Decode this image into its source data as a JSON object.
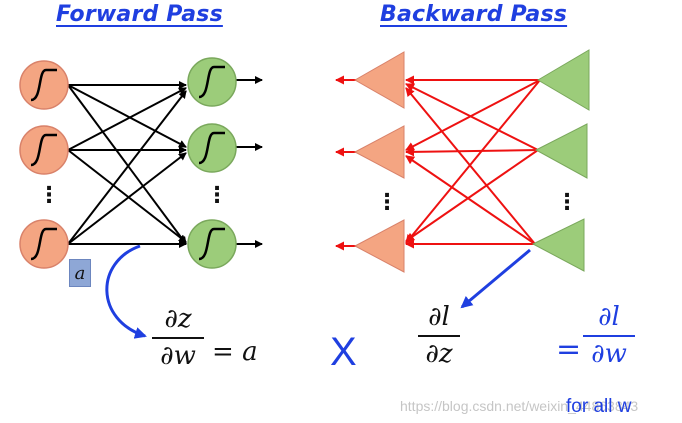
{
  "titles": {
    "forward": "Forward Pass",
    "backward": "Backward Pass"
  },
  "activation_label": "a",
  "ellipsis": "⋮",
  "forward_equation": {
    "numerator": "∂z",
    "denominator": "∂w",
    "rhs_equals": "=",
    "rhs_var": "a"
  },
  "multiply_symbol": "X",
  "backward_fraction": {
    "numerator": "∂l",
    "denominator": "∂z"
  },
  "result_equation": {
    "equals": "=",
    "numerator": "∂l",
    "denominator": "∂w"
  },
  "footnote": "for all w",
  "watermark": "https://blog.csdn.net/weixin_44863843",
  "colors": {
    "title_blue": "#1f3fe0",
    "orange_node": "#f4a582",
    "orange_stroke": "#d9826a",
    "green_node": "#9ccc7a",
    "green_stroke": "#7aa85c",
    "forward_edges": "#000000",
    "backward_edges": "#ee1111",
    "callout_arrow": "#1f3fe0"
  },
  "icons": {
    "neuron_activation": "sigmoid-curve-icon"
  }
}
